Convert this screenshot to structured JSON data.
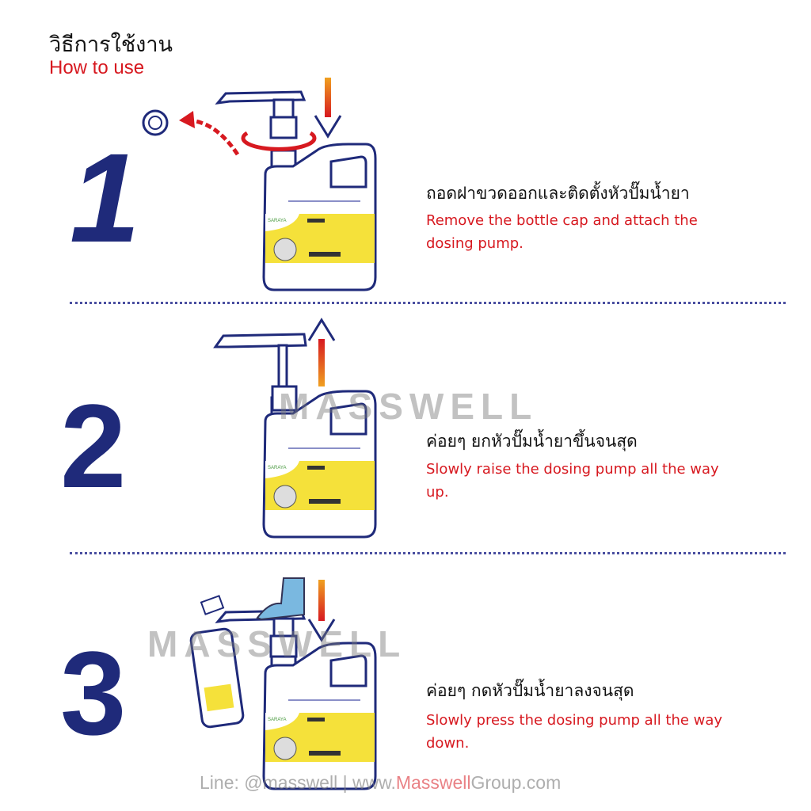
{
  "header": {
    "title": "วิธีการใช้งาน",
    "subtitle": "How to use"
  },
  "steps": [
    {
      "number": "1",
      "thai": "ถอดฝาขวดออกและติดตั้งหัวปั๊มน้ำยา",
      "english": "Remove the bottle cap and attach the dosing pump."
    },
    {
      "number": "2",
      "thai": "ค่อยๆ ยกหัวปั๊มน้ำยาขึ้นจนสุด",
      "english": "Slowly raise the dosing pump all the way up."
    },
    {
      "number": "3",
      "thai": "ค่อยๆ กดหัวปั๊มน้ำยาลงจนสุด",
      "english": "Slowly press the dosing pump all the way down."
    }
  ],
  "watermark": {
    "brand": "MASSWELL",
    "footer_prefix": "Line: @masswell | www.",
    "footer_brand": "Masswell",
    "footer_suffix": "Group.com"
  },
  "bottle_label": {
    "brand": "SARAYA"
  },
  "colors": {
    "accent_red": "#d71920",
    "navy": "#1f2a7a",
    "label_yellow": "#f5e13a",
    "arrow_orange": "#f0a020"
  }
}
